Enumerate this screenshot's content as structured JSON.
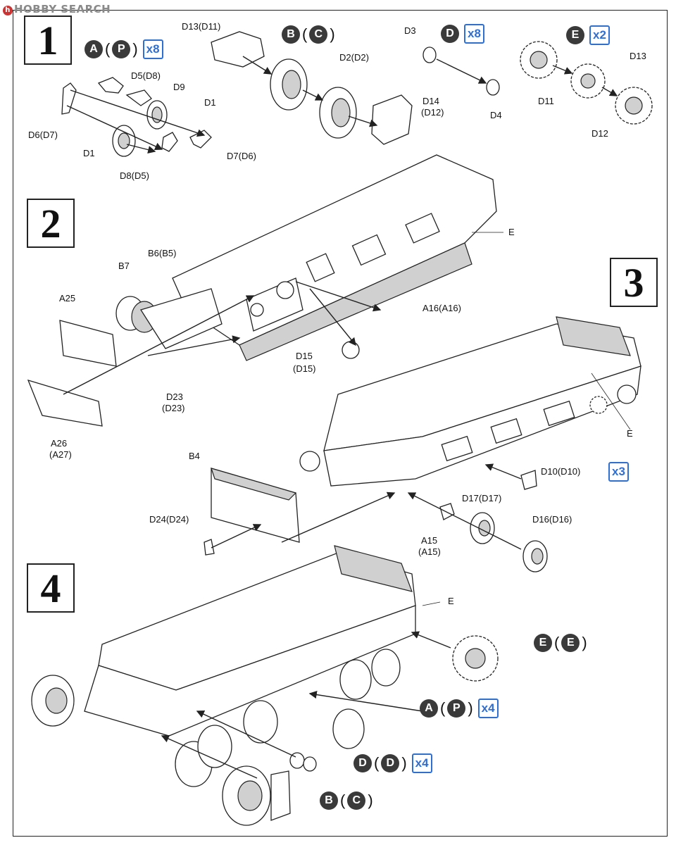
{
  "watermark": "HOBBY SEARCH",
  "steps": [
    {
      "number": "1",
      "badges": [
        {
          "groups": [
            {
              "letter": "A",
              "paren": "P"
            }
          ],
          "qty": "x8"
        },
        {
          "groups": [
            {
              "letter": "B",
              "paren": "C"
            }
          ],
          "qty": ""
        },
        {
          "groups": [
            {
              "letter": "D",
              "paren": ""
            }
          ],
          "qty": "x8"
        },
        {
          "groups": [
            {
              "letter": "E",
              "paren": ""
            }
          ],
          "qty": "x2"
        }
      ],
      "labels": [
        "D5(D8)",
        "D9",
        "D1",
        "D6(D7)",
        "D1",
        "D8(D5)",
        "D7(D6)",
        "D13(D11)",
        "D2(D2)",
        "D14",
        "(D12)",
        "D3",
        "D4",
        "D13",
        "D11",
        "D12"
      ]
    },
    {
      "number": "2",
      "labels": [
        "E",
        "B7",
        "B6(B5)",
        "A25",
        "A16(A16)",
        "D15",
        "(D15)",
        "D23",
        "(D23)",
        "A26",
        "(A27)"
      ]
    },
    {
      "number": "3",
      "labels": [
        "E",
        "B4",
        "D10(D10)",
        "D17(D17)",
        "D16(D16)",
        "D24(D24)",
        "A15",
        "(A15)"
      ],
      "qty": "x3"
    },
    {
      "number": "4",
      "labels": [
        "E"
      ],
      "badges": [
        {
          "groups": [
            {
              "letter": "E",
              "paren": "E"
            }
          ],
          "qty": ""
        },
        {
          "groups": [
            {
              "letter": "A",
              "paren": "P"
            }
          ],
          "qty": "x4"
        },
        {
          "groups": [
            {
              "letter": "D",
              "paren": "D"
            }
          ],
          "qty": "x4"
        },
        {
          "groups": [
            {
              "letter": "B",
              "paren": "C"
            }
          ],
          "qty": ""
        }
      ]
    }
  ]
}
